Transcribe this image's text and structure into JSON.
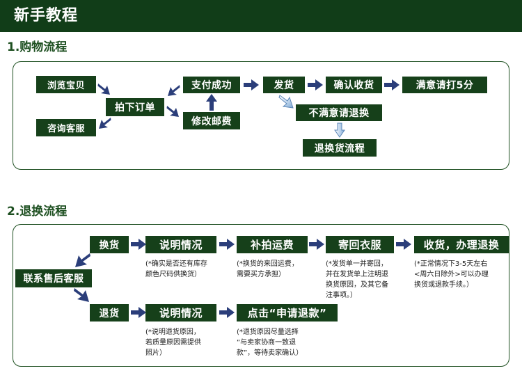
{
  "header": {
    "title": "新手教程",
    "bg": "#113d18"
  },
  "theme": {
    "box_green": "#16401a",
    "arrow_navy": "#2b3e7a",
    "arrow_blue_3d": "#9fc4e8",
    "border_green": "#1d4f20"
  },
  "sections": [
    {
      "id": "shopping",
      "title": "1.购物流程",
      "boxes": [
        {
          "name": "browse-item",
          "label": "浏览宝贝"
        },
        {
          "name": "consult-service",
          "label": "咨询客服"
        },
        {
          "name": "place-order",
          "label": "拍下订单"
        },
        {
          "name": "pay-success",
          "label": "支付成功"
        },
        {
          "name": "modify-postage",
          "label": "修改邮费"
        },
        {
          "name": "ship-goods",
          "label": "发货"
        },
        {
          "name": "confirm-receipt",
          "label": "确认收货"
        },
        {
          "name": "rate-five",
          "label": "满意请打5分"
        },
        {
          "name": "unsatisfied",
          "label": "不满意请退换"
        },
        {
          "name": "return-flow",
          "label": "退换货流程"
        }
      ]
    },
    {
      "id": "return",
      "title": "2.退换流程",
      "boxes": [
        {
          "name": "contact-after-sales",
          "label": "联系售后客服"
        },
        {
          "name": "exchange",
          "label": "换货"
        },
        {
          "name": "explain-exchange",
          "label": "说明情况"
        },
        {
          "name": "extra-shipping",
          "label": "补拍运费"
        },
        {
          "name": "send-back-clothes",
          "label": "寄回衣服"
        },
        {
          "name": "receive-process",
          "label": "收货，办理退换"
        },
        {
          "name": "refund",
          "label": "退货"
        },
        {
          "name": "explain-refund",
          "label": "说明情况"
        },
        {
          "name": "apply-refund",
          "label": "点击“申请退款”"
        }
      ],
      "notes": [
        {
          "name": "note-exchange-stock",
          "text": "(*确实是否还有库存\n颜色尺码供换货）"
        },
        {
          "name": "note-exchange-fee",
          "text": "(*换货的来回运费，\n需要买方承担）"
        },
        {
          "name": "note-send-back",
          "text": "(*发货单一并寄回，\n并在发货单上注明退\n换货原因，及其它备\n注事项。）"
        },
        {
          "name": "note-receive-days",
          "text": "(*正常情况下3-5天左右\n<周六日除外>可以办理\n换货或退款手续。）"
        },
        {
          "name": "note-refund-reason",
          "text": "(*说明退货原因，\n若质量原因需提供\n照片）"
        },
        {
          "name": "note-apply-refund",
          "text": "(*退货原因尽量选择\n “与卖家协商一致退\n款”，等待卖家确认）"
        }
      ]
    }
  ]
}
